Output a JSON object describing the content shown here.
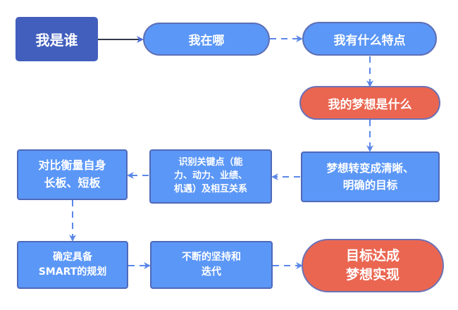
{
  "diagram": {
    "type": "flowchart",
    "nodes": [
      {
        "id": "who",
        "label": "我是谁"
      },
      {
        "id": "where",
        "label": "我在哪"
      },
      {
        "id": "traits",
        "label": "我有什么特点"
      },
      {
        "id": "dream",
        "label": "我的梦想是什么"
      },
      {
        "id": "goal",
        "label": "梦想转变成清晰、\n明确的目标"
      },
      {
        "id": "keys",
        "label": "识别关键点（能\n力、动力、业绩、\n机遇）及相互关系"
      },
      {
        "id": "compare",
        "label": "对比衡量自身\n长板、短板"
      },
      {
        "id": "smart",
        "label": "确定具备\nSMART的规划"
      },
      {
        "id": "persist",
        "label": "不断的坚持和\n迭代"
      },
      {
        "id": "achieve",
        "label": "目标达成\n梦想实现"
      }
    ],
    "edges": [
      {
        "from": "who",
        "to": "where",
        "style": "solid"
      },
      {
        "from": "where",
        "to": "traits",
        "style": "dashed"
      },
      {
        "from": "traits",
        "to": "dream",
        "style": "dashed"
      },
      {
        "from": "dream",
        "to": "goal",
        "style": "dashed"
      },
      {
        "from": "goal",
        "to": "keys",
        "style": "dashed"
      },
      {
        "from": "keys",
        "to": "compare",
        "style": "dashed"
      },
      {
        "from": "compare",
        "to": "smart",
        "style": "dashed"
      },
      {
        "from": "smart",
        "to": "persist",
        "style": "dashed"
      },
      {
        "from": "persist",
        "to": "achieve",
        "style": "dashed"
      }
    ],
    "colors": {
      "start": "#425fbd",
      "step": "#5b97f7",
      "highlight": "#ea6651",
      "border": "#5069b8",
      "arrow": "#5b87e8"
    }
  }
}
